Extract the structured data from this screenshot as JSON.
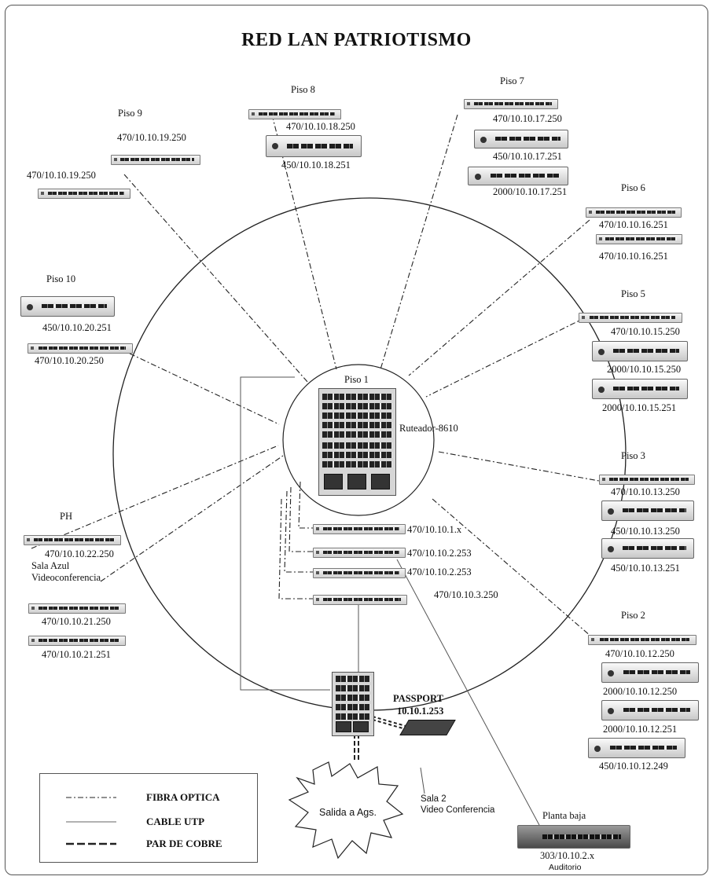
{
  "title": "RED LAN PATRIOTISMO",
  "floors": {
    "piso9": {
      "label": "Piso 9",
      "dev_a": "470/10.10.19.250",
      "dev_b": "470/10.10.19.250"
    },
    "piso8": {
      "label": "Piso 8",
      "dev_a": "470/10.10.18.250",
      "dev_b": "450/10.10.18.251"
    },
    "piso7": {
      "label": "Piso 7",
      "dev_a": "470/10.10.17.250",
      "dev_b": "450/10.10.17.251",
      "dev_c": "2000/10.10.17.251"
    },
    "piso6": {
      "label": "Piso 6",
      "dev_a": "470/10.10.16.251",
      "dev_b": "470/10.10.16.251"
    },
    "piso5": {
      "label": "Piso 5",
      "dev_a": "470/10.10.15.250",
      "dev_b": "2000/10.10.15.250",
      "dev_c": "2000/10.10.15.251"
    },
    "piso10": {
      "label": "Piso 10",
      "dev_a": "450/10.10.20.251",
      "dev_b": "470/10.10.20.250"
    },
    "piso1": {
      "label": "Piso 1",
      "router": "Ruteador-8610"
    },
    "piso3": {
      "label": "Piso 3",
      "dev_a": "470/10.10.13.250",
      "dev_b": "450/10.10.13.250",
      "dev_c": "450/10.10.13.251"
    },
    "ph": {
      "label": "PH",
      "dev_a": "470/10.10.22.250",
      "note_1": "Sala Azul",
      "note_2": "Videoconferencia",
      "dev_b": "470/10.10.21.250",
      "dev_c": "470/10.10.21.251"
    },
    "piso2": {
      "label": "Piso 2",
      "dev_a": "470/10.10.12.250",
      "dev_b": "2000/10.10.12.250",
      "dev_c": "2000/10.10.12.251",
      "dev_d": "450/10.10.12.249"
    },
    "center": {
      "sw1": "470/10.10.1.x",
      "sw2": "470/10.10.2.253",
      "sw3": "470/10.10.2.253",
      "sw4": "470/10.10.3.250"
    }
  },
  "passport": {
    "name": "PASSPORT",
    "ip": "10.10.1.253"
  },
  "sala2": {
    "line1": "Sala 2",
    "line2": "Video Conferencia"
  },
  "salida": "Salida a Ags.",
  "planta": {
    "label": "Planta baja",
    "dev": "303/10.10.2.x",
    "note": "Auditorio"
  },
  "legend": {
    "fibra": "FIBRA OPTICA",
    "utp": "CABLE UTP",
    "cobre": "PAR DE COBRE"
  },
  "colors": {
    "line": "#333333",
    "frame": "#555555",
    "device": "#cfcfcf"
  }
}
